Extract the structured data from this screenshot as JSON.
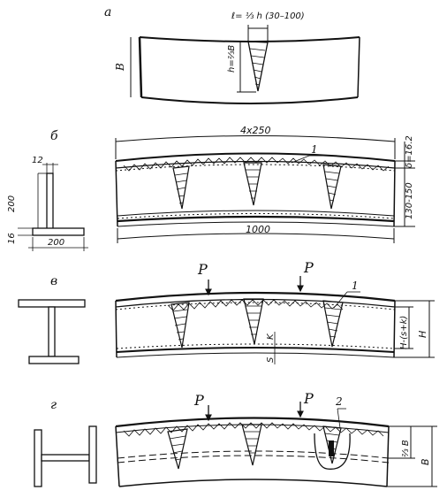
{
  "panels": {
    "a": {
      "letter": "а",
      "height_label": "B",
      "weld_depth_label": "h=⅔B",
      "weld_length_label": "ℓ= ⅓ h (30–100)"
    },
    "b": {
      "letter": "б",
      "span_label": "4x250",
      "length_label": "1000",
      "callout_1": "1",
      "thickness_label": "δ=16.2",
      "depth_label": "130-150",
      "tee_flange_label": "12",
      "tee_web_label": "200",
      "tee_base_label": "200",
      "tee_thick_label": "16"
    },
    "v": {
      "letter": "в",
      "load_left": "P",
      "load_right": "P",
      "callout_1": "1",
      "k_label": "K",
      "s_label": "S",
      "reduced_height_label": "H-(s+k)",
      "height_label": "H"
    },
    "g": {
      "letter": "г",
      "load_left": "P",
      "load_right": "P",
      "callout_2": "2",
      "partial_height_label": "⅔ B",
      "height_label": "B"
    }
  }
}
